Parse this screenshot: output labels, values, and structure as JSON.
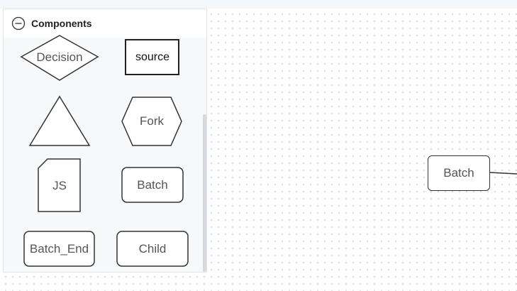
{
  "panel": {
    "title": "Components"
  },
  "components": {
    "decision": "Decision",
    "source": "source",
    "triangle": "",
    "fork": "Fork",
    "js": "JS",
    "batch": "Batch",
    "batch_end": "Batch_End",
    "child": "Child"
  },
  "canvas": {
    "node_label": "Batch"
  },
  "icons": {
    "collapse": "minus-circle-icon"
  },
  "colors": {
    "stroke": "#333333",
    "label": "#555555",
    "grid_dot": "#c9ced6",
    "panel_bg": "#f7f8fa"
  }
}
